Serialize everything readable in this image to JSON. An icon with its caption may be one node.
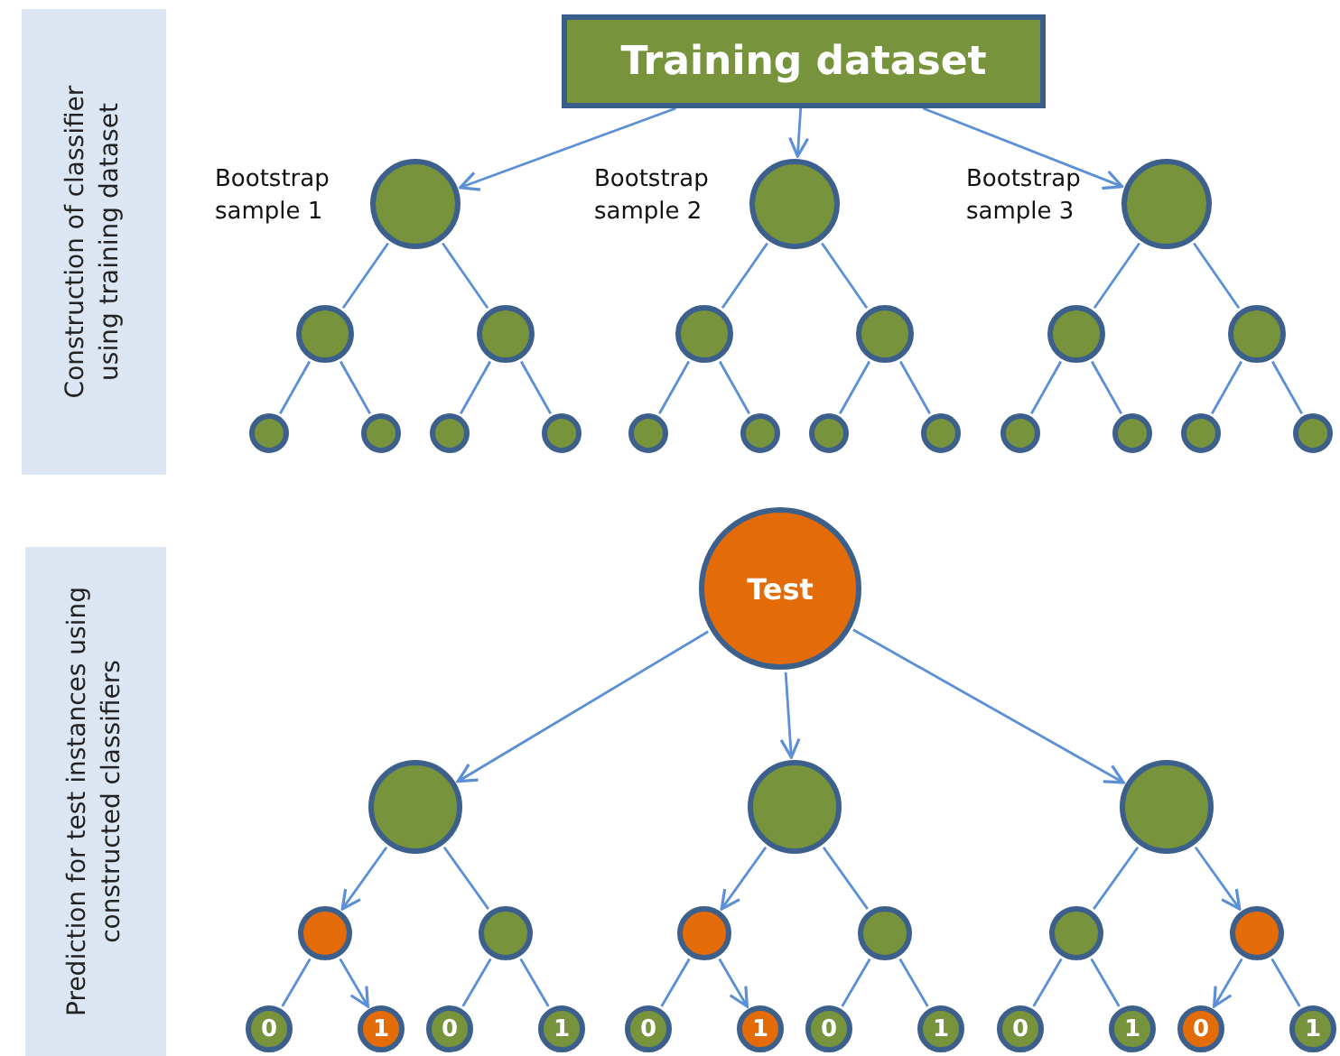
{
  "diagram": {
    "nodes": [
      {
        "text": [
          "Construction of classifier using training dataset"
        ]
      },
      {
        "text": [
          "Training dataset"
        ]
      },
      {
        "text": [],
        "shape": "circle",
        "beside": [
          "Bootstrap sample 1"
        ]
      },
      {
        "text": [],
        "shape": "circle",
        "beside": [
          "Bootstrap sample 2"
        ]
      },
      {
        "text": [],
        "shape": "circle",
        "beside": [
          "Bootstrap sample 3"
        ]
      },
      {
        "text": [],
        "shape": "circle"
      },
      {
        "text": [],
        "shape": "circle"
      },
      {
        "text": [],
        "shape": "circle"
      },
      {
        "text": [],
        "shape": "circle"
      },
      {
        "text": [],
        "shape": "circle"
      },
      {
        "text": [],
        "shape": "circle"
      },
      {
        "text": [],
        "shape": "circle"
      },
      {
        "text": [],
        "shape": "circle"
      },
      {
        "text": [],
        "shape": "circle"
      },
      {
        "text": [],
        "shape": "circle"
      },
      {
        "text": [],
        "shape": "circle"
      },
      {
        "text": [],
        "shape": "circle"
      },
      {
        "text": [],
        "shape": "circle"
      },
      {
        "text": [],
        "shape": "circle"
      },
      {
        "text": [],
        "shape": "circle"
      },
      {
        "text": [],
        "shape": "circle"
      },
      {
        "text": [],
        "shape": "circle"
      },
      {
        "text": [],
        "shape": "circle"
      },
      {
        "text": [
          "Prediction for test instances using constructed classifiers"
        ]
      },
      {
        "text": [
          "Test"
        ]
      },
      {
        "text": [],
        "shape": "circle"
      },
      {
        "text": [],
        "shape": "circle"
      },
      {
        "text": [],
        "shape": "circle"
      },
      {
        "text": [],
        "shape": "circle"
      },
      {
        "text": [],
        "shape": "circle"
      },
      {
        "text": [],
        "shape": "circle"
      },
      {
        "text": [],
        "shape": "circle"
      },
      {
        "text": [],
        "shape": "circle"
      },
      {
        "text": [],
        "shape": "circle"
      },
      {
        "text": [
          "0"
        ]
      },
      {
        "text": [
          "1"
        ]
      },
      {
        "text": [
          "0"
        ]
      },
      {
        "text": [
          "1"
        ]
      },
      {
        "text": [
          "0"
        ]
      },
      {
        "text": [
          "1"
        ]
      },
      {
        "text": [
          "0"
        ]
      },
      {
        "text": [
          "1"
        ]
      },
      {
        "text": [
          "0"
        ]
      },
      {
        "text": [
          "1"
        ]
      },
      {
        "text": [
          "0"
        ]
      },
      {
        "text": [
          "1"
        ]
      }
    ],
    "edges": [
      {
        "from": 1,
        "to": 2,
        "arrow": "to"
      },
      {
        "from": 1,
        "to": 3,
        "arrow": "to"
      },
      {
        "from": 1,
        "to": 4,
        "arrow": "to"
      },
      {
        "from": 2,
        "to": 5,
        "arrow": "none"
      },
      {
        "from": 2,
        "to": 6,
        "arrow": "none"
      },
      {
        "from": 5,
        "to": 11,
        "arrow": "none"
      },
      {
        "from": 5,
        "to": 12,
        "arrow": "none"
      },
      {
        "from": 6,
        "to": 13,
        "arrow": "none"
      },
      {
        "from": 6,
        "to": 14,
        "arrow": "none"
      },
      {
        "from": 3,
        "to": 7,
        "arrow": "none"
      },
      {
        "from": 3,
        "to": 8,
        "arrow": "none"
      },
      {
        "from": 7,
        "to": 15,
        "arrow": "none"
      },
      {
        "from": 7,
        "to": 16,
        "arrow": "none"
      },
      {
        "from": 8,
        "to": 17,
        "arrow": "none"
      },
      {
        "from": 8,
        "to": 18,
        "arrow": "none"
      },
      {
        "from": 4,
        "to": 9,
        "arrow": "none"
      },
      {
        "from": 4,
        "to": 10,
        "arrow": "none"
      },
      {
        "from": 9,
        "to": 19,
        "arrow": "none"
      },
      {
        "from": 9,
        "to": 20,
        "arrow": "none"
      },
      {
        "from": 10,
        "to": 21,
        "arrow": "none"
      },
      {
        "from": 10,
        "to": 22,
        "arrow": "none"
      },
      {
        "from": 24,
        "to": 25,
        "arrow": "to"
      },
      {
        "from": 24,
        "to": 26,
        "arrow": "to"
      },
      {
        "from": 24,
        "to": 27,
        "arrow": "to"
      },
      {
        "from": 25,
        "to": 28,
        "arrow": "to"
      },
      {
        "from": 25,
        "to": 29,
        "arrow": "none"
      },
      {
        "from": 28,
        "to": 34,
        "arrow": "none"
      },
      {
        "from": 28,
        "to": 35,
        "arrow": "to"
      },
      {
        "from": 29,
        "to": 36,
        "arrow": "none"
      },
      {
        "from": 29,
        "to": 37,
        "arrow": "none"
      },
      {
        "from": 26,
        "to": 30,
        "arrow": "to"
      },
      {
        "from": 26,
        "to": 31,
        "arrow": "none"
      },
      {
        "from": 30,
        "to": 38,
        "arrow": "none"
      },
      {
        "from": 30,
        "to": 39,
        "arrow": "to"
      },
      {
        "from": 31,
        "to": 40,
        "arrow": "none"
      },
      {
        "from": 31,
        "to": 41,
        "arrow": "none"
      },
      {
        "from": 27,
        "to": 32,
        "arrow": "none"
      },
      {
        "from": 27,
        "to": 33,
        "arrow": "to"
      },
      {
        "from": 32,
        "to": 42,
        "arrow": "none"
      },
      {
        "from": 32,
        "to": 43,
        "arrow": "none"
      },
      {
        "from": 33,
        "to": 44,
        "arrow": "to"
      },
      {
        "from": 33,
        "to": 45,
        "arrow": "none"
      }
    ]
  }
}
